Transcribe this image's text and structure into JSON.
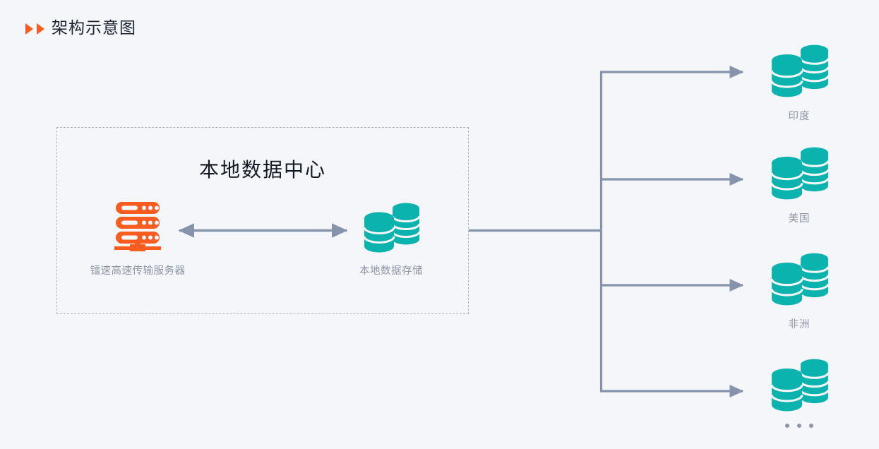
{
  "page": {
    "title": "架构示意图",
    "title_marker_icon": "double-triangle-right-icon",
    "background_color": "#f4f6fa"
  },
  "colors": {
    "accent_orange": "#f85c1e",
    "accent_teal": "#0bb3ae",
    "wire_gray": "#8593ab",
    "label_gray": "#8d96a8",
    "dash_border": "#aab3c4",
    "heading_dark": "#141a24"
  },
  "datacenter": {
    "title": "本地数据中心",
    "nodes": [
      {
        "id": "transfer-server",
        "label": "镭速高速传输服务器",
        "icon": "server-rack-icon",
        "color": "#f85c1e"
      },
      {
        "id": "local-storage",
        "label": "本地数据存储",
        "icon": "database-stack-icon",
        "color": "#0bb3ae"
      }
    ],
    "internal_link": {
      "icon": "double-headed-arrow-icon",
      "direction": "bidirectional"
    }
  },
  "regions": [
    {
      "id": "india",
      "label": "印度",
      "icon": "database-stack-icon",
      "color": "#0bb3ae",
      "is_ellipsis": false
    },
    {
      "id": "usa",
      "label": "美国",
      "icon": "database-stack-icon",
      "color": "#0bb3ae",
      "is_ellipsis": false
    },
    {
      "id": "africa",
      "label": "非洲",
      "icon": "database-stack-icon",
      "color": "#0bb3ae",
      "is_ellipsis": false
    },
    {
      "id": "more",
      "label": "• • •",
      "icon": "database-stack-icon",
      "color": "#0bb3ae",
      "is_ellipsis": true
    }
  ],
  "connectors": {
    "trunk_icon": "branch-connector-icon",
    "arrow_icon": "arrow-right-icon",
    "branch_count": 4
  }
}
